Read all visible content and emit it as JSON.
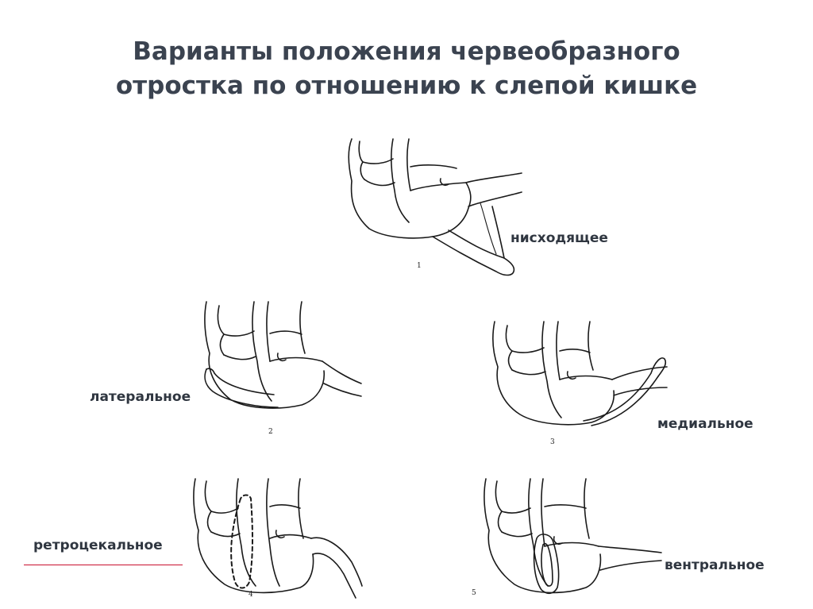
{
  "title": {
    "line1": "Варианты положения червеобразного",
    "line2": "отростка по отношению к слепой кишке"
  },
  "figures": [
    {
      "number": "1",
      "label": "нисходящее"
    },
    {
      "number": "2",
      "label": "латеральное"
    },
    {
      "number": "3",
      "label": "медиальное"
    },
    {
      "number": "4",
      "label": "ретроцекальное"
    },
    {
      "number": "5",
      "label": "вентральное"
    }
  ],
  "colors": {
    "title": "#3b4350",
    "label": "#2f3640",
    "accent_line": "#c8102e"
  }
}
